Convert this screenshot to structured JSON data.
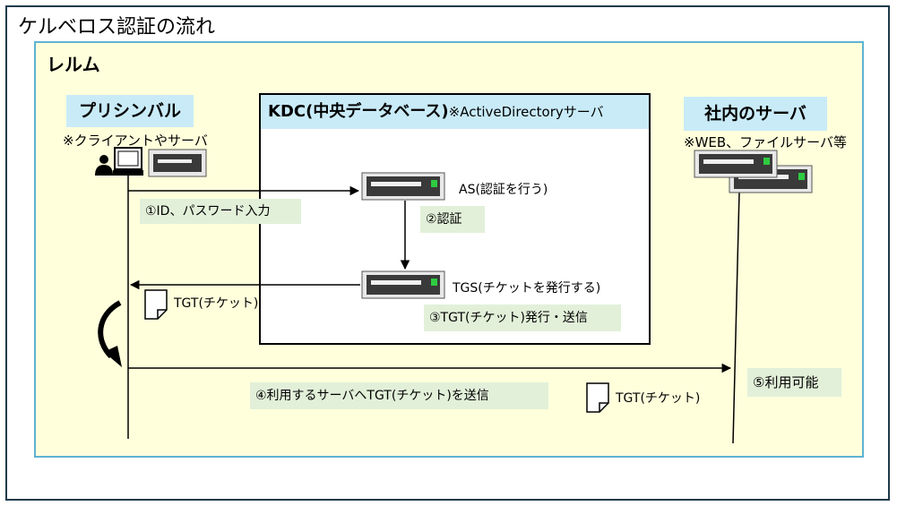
{
  "title": "ケルベロス認証の流れ",
  "realm": {
    "label": "レルム"
  },
  "principal": {
    "title": "プリシンバル",
    "note": "※クライアントやサーバ"
  },
  "kdc": {
    "title": "KDC(中央データベース)",
    "note": "※ActiveDirectoryサーバ"
  },
  "internal_server": {
    "title": "社内のサーバ",
    "note": "※WEB、ファイルサーバ等"
  },
  "as": {
    "label": "AS(認証を行う)"
  },
  "tgs": {
    "label": "TGS(チケットを発行する)"
  },
  "steps": {
    "step1": "①ID、パスワード入力",
    "step2": "②認証",
    "step3": "③TGT(チケット)発行・送信",
    "step4": "④利用するサーバへTGT(チケット)を送信",
    "step5": "⑤利用可能"
  },
  "tickets": {
    "ticket1": "TGT(チケット)",
    "ticket2": "TGT(チケット)"
  },
  "colors": {
    "realm_bg": "#ffffdc",
    "realm_border": "#5fb3d3",
    "header_bg": "#c9ebf8",
    "step_bg": "#e2f0d9",
    "server_green": "#2ecc40"
  }
}
